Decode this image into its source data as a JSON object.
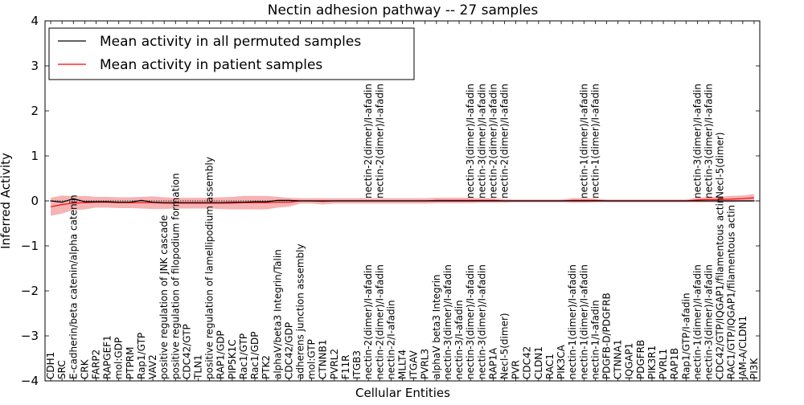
{
  "chart_data": {
    "type": "line",
    "title": "Nectin adhesion pathway -- 27 samples",
    "xlabel": "Cellular Entities",
    "ylabel": "Inferred Activity",
    "ylim": [
      -4,
      4
    ],
    "yticks": [
      -4,
      -3,
      -2,
      -1,
      0,
      1,
      2,
      3,
      4
    ],
    "legend_position": "top-left",
    "categories": [
      "CDH1",
      "SRC",
      "E-cadherin/beta catenin/alpha catenin",
      "CRK",
      "FARP2",
      "RAPGEF1",
      "mol:GDP",
      "PTPRM",
      "Rap1/GTP",
      "VAV2",
      "positive regulation of JNK cascade",
      "positive regulation of filopodium formation",
      "CDC42/GTP",
      "TLN1",
      "positive regulation of lamellipodium assembly",
      "RAP1/GDP",
      "PIP5K1C",
      "Rac1/GTP",
      "Rac1/GDP",
      "PTK2",
      "alphaV/beta3 Integrin/Talin",
      "CDC42/GDP",
      "adherens junction assembly",
      "mol:GTP",
      "CTNNB1",
      "PVRL2",
      "F11R",
      "ITGB3",
      "nectin-2(dimer)/I-afadin",
      "nectin-2(dimer)/I-afadin",
      "nectin-2/I-afadin",
      "MLLT4",
      "ITGAV",
      "PVRL3",
      "alphaV beta3 Integrin",
      "nectin-3(dimer)/I-afadin",
      "nectin-3/I-afadin",
      "nectin-3(dimer)/I-afadin",
      "nectin-3(dimer)/I-afadin",
      "RAP1A",
      "Necl-5(dimer)",
      "PVR",
      "CDC42",
      "CLDN1",
      "RAC1",
      "PIK3CA",
      "nectin-1(dimer)/I-afadin",
      "nectin-1(dimer)/I-afadin",
      "nectin-1/I-afadin",
      "PDGFB-D/PDGFRB",
      "CTNNA1",
      "IQGAP1",
      "PDGFRB",
      "PIK3R1",
      "PVRL1",
      "RAP1B",
      "Rap1/GTP/I-afadin",
      "nectin-1(dimer)/I-afadin",
      "nectin-3(dimer)/I-afadin",
      "CDC42/GTP/IQGAP1/filamentous actin",
      "RAC1/GTP/IQGAP1/filamentous actin",
      "JAM-A/CLDN1",
      "PI3K"
    ],
    "upper_labels": [
      {
        "index": 28,
        "text": "nectin-2(dimer)/I-afadin"
      },
      {
        "index": 29,
        "text": "nectin-2(dimer)/I-afadin"
      },
      {
        "index": 37,
        "text": "nectin-3(dimer)/I-afadin"
      },
      {
        "index": 38,
        "text": "nectin-3(dimer)/I-afadin"
      },
      {
        "index": 39,
        "text": "nectin-2(dimer)/I-afadin"
      },
      {
        "index": 40,
        "text": "nectin-2(dimer)/I-afadin"
      },
      {
        "index": 47,
        "text": "nectin-1(dimer)/I-afadin"
      },
      {
        "index": 48,
        "text": "nectin-1(dimer)/I-afadin"
      },
      {
        "index": 57,
        "text": "nectin-3(dimer)/I-afadin"
      },
      {
        "index": 58,
        "text": "nectin-3(dimer)/I-afadin"
      },
      {
        "index": 59,
        "text": "Necl-5(dimer)"
      }
    ],
    "series": [
      {
        "name": "Mean activity in all permuted samples",
        "color": "#000000",
        "values": [
          0.0,
          -0.03,
          0.05,
          -0.02,
          -0.02,
          -0.02,
          -0.03,
          -0.03,
          0.01,
          -0.03,
          -0.04,
          -0.04,
          -0.04,
          -0.04,
          -0.04,
          -0.04,
          -0.03,
          -0.03,
          -0.02,
          -0.02,
          0.01,
          0.01,
          0.0,
          0.0,
          0.0,
          0.0,
          0.0,
          0.0,
          0.0,
          0.0,
          0.0,
          0.0,
          0.0,
          0.0,
          0.0,
          0.0,
          0.0,
          0.0,
          0.0,
          0.0,
          0.0,
          0.0,
          0.0,
          0.0,
          0.0,
          0.0,
          0.0,
          0.0,
          0.0,
          0.0,
          0.0,
          0.0,
          0.0,
          0.0,
          0.0,
          0.0,
          0.0,
          0.0,
          0.0,
          0.0,
          0.0,
          0.0,
          0.0
        ],
        "band": 0.02
      },
      {
        "name": "Mean activity in patient samples",
        "color": "#ff0000",
        "values": [
          -0.13,
          -0.08,
          -0.05,
          -0.04,
          -0.03,
          -0.03,
          -0.04,
          -0.04,
          -0.04,
          -0.04,
          -0.05,
          -0.05,
          -0.05,
          -0.05,
          -0.05,
          -0.05,
          -0.05,
          -0.04,
          -0.04,
          -0.04,
          -0.03,
          -0.03,
          0.0,
          0.0,
          -0.01,
          0.0,
          0.0,
          0.0,
          0.0,
          0.0,
          0.0,
          0.0,
          0.0,
          0.0,
          0.01,
          0.01,
          0.01,
          0.01,
          0.01,
          0.01,
          0.0,
          0.0,
          0.0,
          0.0,
          0.0,
          0.0,
          0.01,
          0.01,
          0.01,
          0.0,
          0.0,
          0.0,
          0.0,
          0.0,
          0.0,
          0.0,
          0.0,
          0.02,
          0.03,
          0.03,
          0.04,
          0.05,
          0.07
        ],
        "band": [
          0.2,
          0.2,
          0.15,
          0.15,
          0.12,
          0.12,
          0.12,
          0.12,
          0.13,
          0.14,
          0.13,
          0.12,
          0.12,
          0.12,
          0.12,
          0.13,
          0.14,
          0.15,
          0.15,
          0.15,
          0.12,
          0.1,
          0.06,
          0.06,
          0.07,
          0.06,
          0.06,
          0.06,
          0.06,
          0.06,
          0.06,
          0.06,
          0.06,
          0.06,
          0.06,
          0.06,
          0.06,
          0.06,
          0.05,
          0.05,
          0.04,
          0.03,
          0.03,
          0.03,
          0.03,
          0.03,
          0.05,
          0.05,
          0.04,
          0.03,
          0.03,
          0.03,
          0.03,
          0.03,
          0.03,
          0.03,
          0.03,
          0.05,
          0.06,
          0.06,
          0.07,
          0.07,
          0.08
        ]
      }
    ]
  }
}
